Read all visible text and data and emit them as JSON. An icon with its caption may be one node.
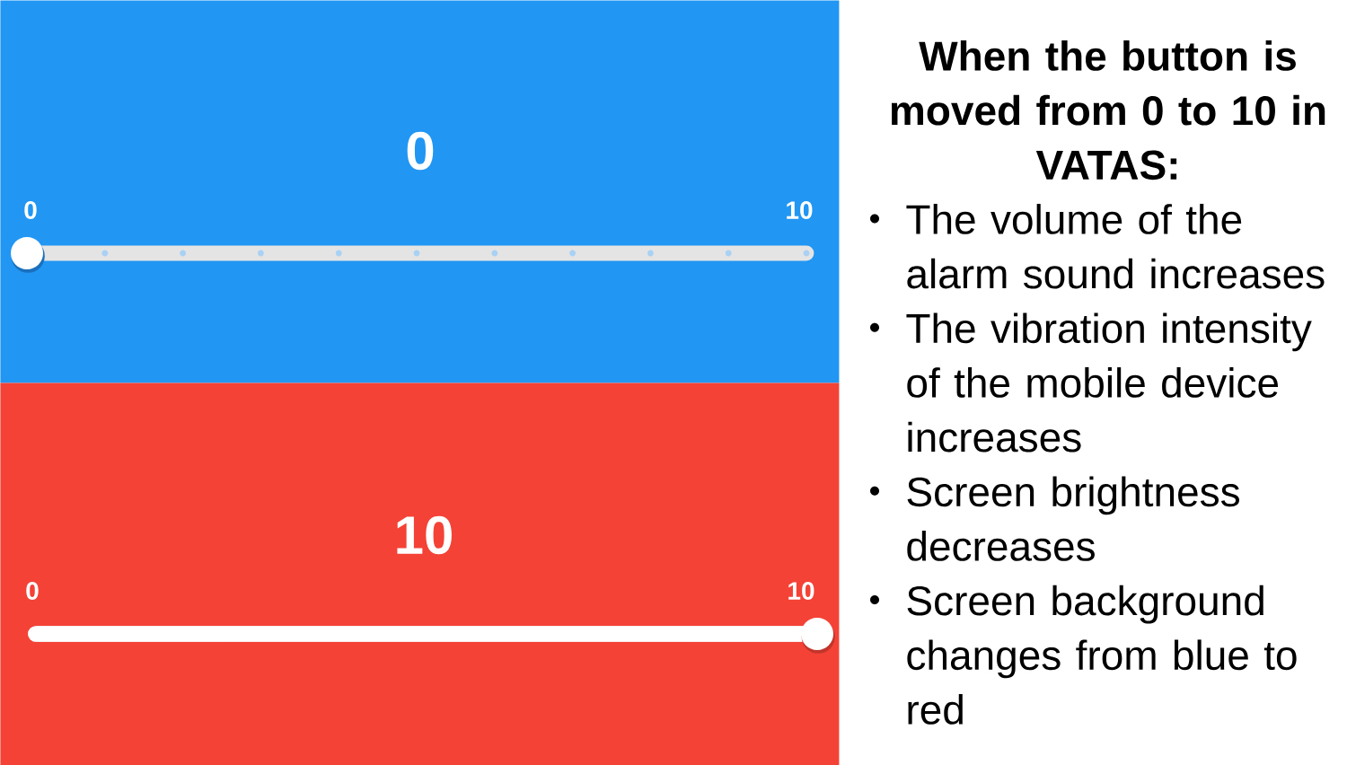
{
  "diagram": {
    "nodes": [
      {
        "text": [
          "0",
          "0",
          "10"
        ]
      },
      {
        "text": [
          "10",
          "0",
          "10"
        ]
      }
    ],
    "labels": [
      "When the button is moved from 0 to 10 in VATAS:",
      "The volume of the alarm sound increases",
      "The vibration intensity of the mobile device increases",
      "Screen brightness decreases",
      "Screen background changes from blue to red"
    ]
  }
}
